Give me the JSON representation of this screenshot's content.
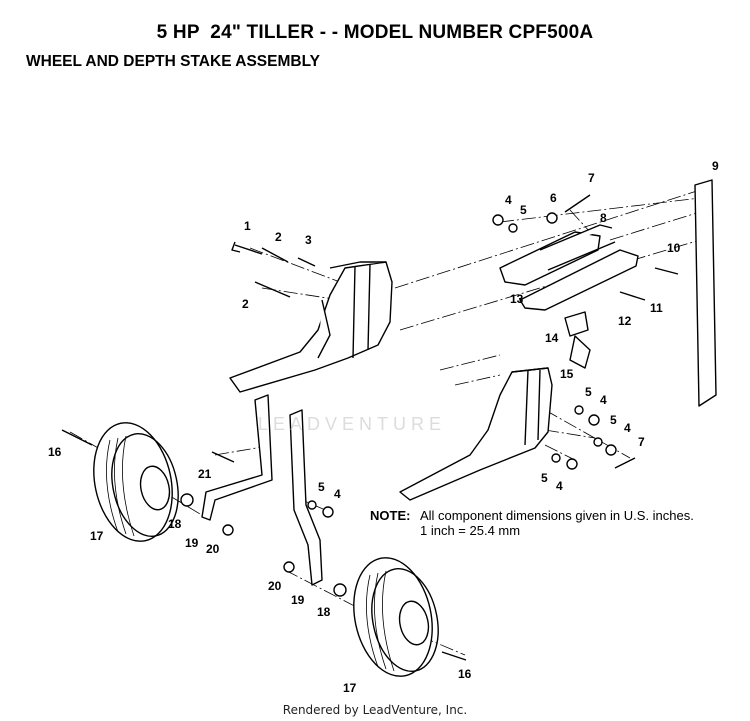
{
  "header": {
    "title": "5 HP  24\" TILLER - - MODEL NUMBER CPF500A",
    "subtitle": "WHEEL AND DEPTH STAKE ASSEMBLY"
  },
  "note": {
    "label": "NOTE:",
    "line1": "All component dimensions given in U.S. inches.",
    "line2": "1 inch = 25.4 mm"
  },
  "watermark": "LEADVENTURE",
  "footer": "Rendered by LeadVenture, Inc.",
  "callouts": [
    "1",
    "2",
    "3",
    "2",
    "4",
    "5",
    "6",
    "7",
    "8",
    "9",
    "10",
    "11",
    "12",
    "13",
    "14",
    "15",
    "5",
    "4",
    "5",
    "4",
    "7",
    "5",
    "4",
    "16",
    "17",
    "18",
    "19",
    "20",
    "21",
    "5",
    "4",
    "20",
    "19",
    "18",
    "17",
    "16"
  ]
}
